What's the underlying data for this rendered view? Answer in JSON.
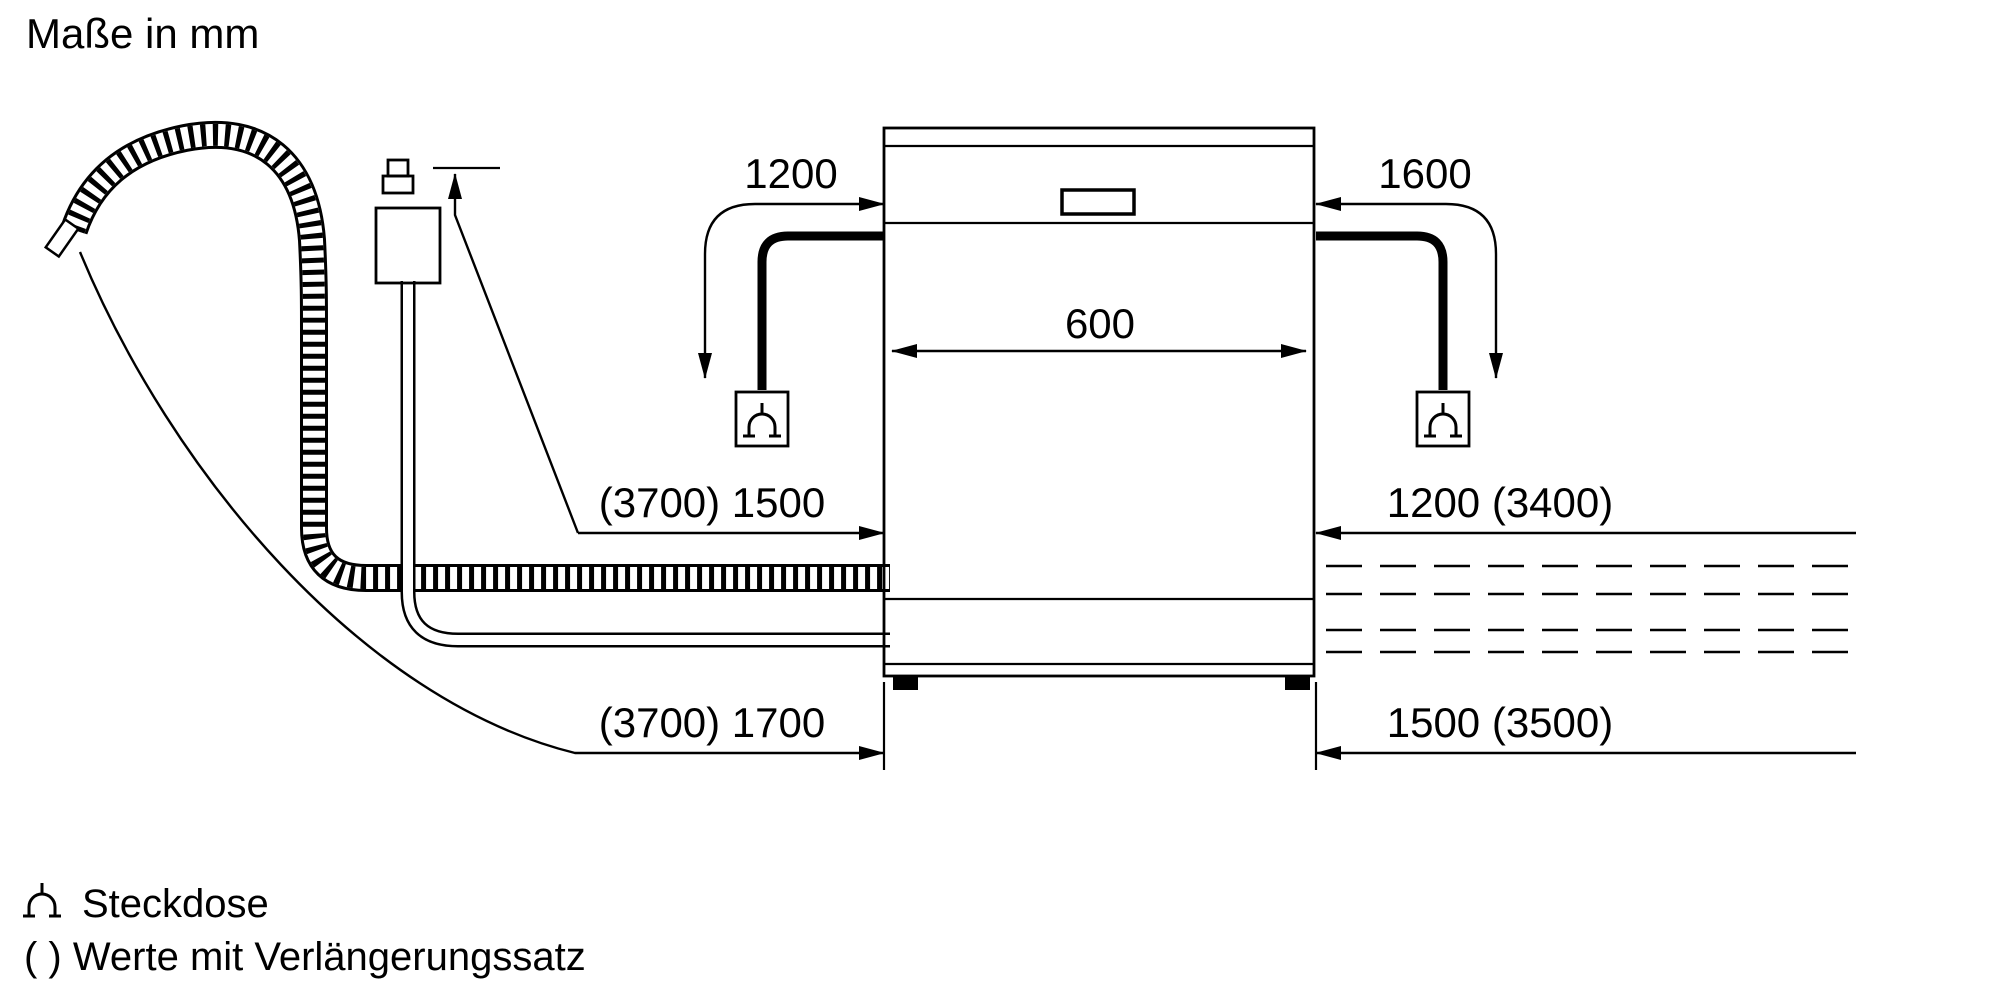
{
  "title": "Maße in mm",
  "dimensions": {
    "cord_left": "1200",
    "cord_right": "1600",
    "width": "600",
    "supply_hose": "(3700) 1500",
    "right_upper": "1200 (3400)",
    "drain_hose": "(3700) 1700",
    "right_lower": "1500 (3500)"
  },
  "legend": {
    "socket": "Steckdose",
    "note": "( ) Werte mit Verlängerungssatz"
  },
  "icons": {
    "socket": "socket-icon"
  },
  "colors": {
    "line": "#000000",
    "background": "#ffffff"
  }
}
